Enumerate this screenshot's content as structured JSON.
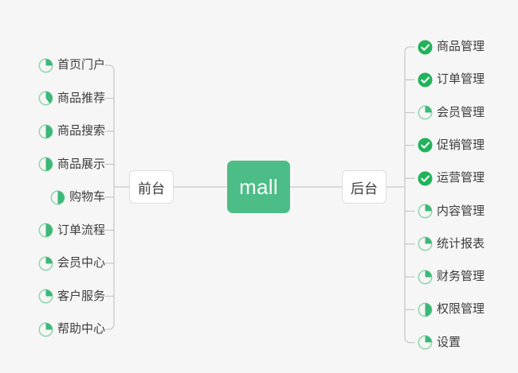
{
  "diagram": {
    "type": "mindmap",
    "background_color": "#f6f6f6",
    "accent_color": "#4cbd87",
    "done_color": "#21b35a",
    "line_color": "#c9c9c9",
    "root": {
      "label": "mall"
    },
    "branches": [
      {
        "id": "frontend",
        "label": "前台",
        "side": "left",
        "items": [
          {
            "label": "首页门户",
            "progress": 25
          },
          {
            "label": "商品推荐",
            "progress": 40
          },
          {
            "label": "商品搜索",
            "progress": 50
          },
          {
            "label": "商品展示",
            "progress": 50
          },
          {
            "label": "购物车",
            "progress": 50
          },
          {
            "label": "订单流程",
            "progress": 50
          },
          {
            "label": "会员中心",
            "progress": 25
          },
          {
            "label": "客户服务",
            "progress": 25
          },
          {
            "label": "帮助中心",
            "progress": 25
          }
        ]
      },
      {
        "id": "backend",
        "label": "后台",
        "side": "right",
        "items": [
          {
            "label": "商品管理",
            "progress": 100
          },
          {
            "label": "订单管理",
            "progress": 100
          },
          {
            "label": "会员管理",
            "progress": 25
          },
          {
            "label": "促销管理",
            "progress": 100
          },
          {
            "label": "运营管理",
            "progress": 100
          },
          {
            "label": "内容管理",
            "progress": 25
          },
          {
            "label": "统计报表",
            "progress": 25
          },
          {
            "label": "财务管理",
            "progress": 25
          },
          {
            "label": "权限管理",
            "progress": 50
          },
          {
            "label": "设置",
            "progress": 25
          }
        ]
      }
    ]
  }
}
